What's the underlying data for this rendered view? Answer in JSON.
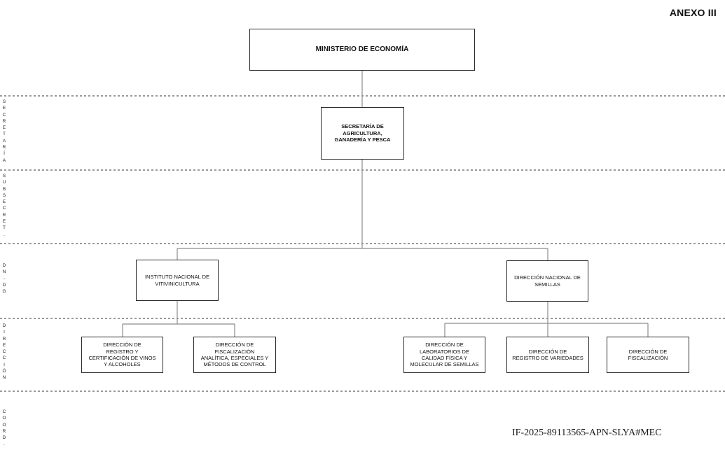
{
  "header": {
    "annex_label": "ANEXO III"
  },
  "org_chart": {
    "ministry": "MINISTERIO DE ECONOMÍA",
    "secretariat": "SECRETARÍA DE\nAGRICULTURA,\nGANADERÍA Y PESCA",
    "inv": "INSTITUTO NACIONAL DE\nVITIVINICULTURA",
    "inase": "DIRECCIÓN NACIONAL DE\nSEMILLAS",
    "inv_children": [
      "DIRECCIÓN DE\nREGISTRO Y\nCERTIFICACIÓN DE VINOS\nY ALCOHOLES",
      "DIRECCIÓN DE\nFISCALIZACIÓN\nANALÍTICA, ESPECIALES Y\nMÉTODOS DE CONTROL"
    ],
    "inase_children": [
      "DIRECCIÓN DE\nLABORATORIOS DE\nCALIDAD FÍSICA Y\nMOLECULAR DE SEMILLAS",
      "DIRECCIÓN DE\nREGISTRO DE VARIEDADES",
      "DIRECCIÓN DE\nFISCALIZACIÓN"
    ]
  },
  "band_labels": [
    "S\nE\nC\nR\nE\nT\nA\nR\nÍ\nA",
    "S\nU\nB\nS\nE\nC\nR\nE\nT\n.",
    "D\nN\n-\nD\nG",
    "D\nI\nR\nE\nC\nC\nI\nÓ\nN",
    "C\nO\nO\nR\nD\n."
  ],
  "footer": {
    "document_id": "IF-2025-89113565-APN-SLYA#MEC"
  },
  "colors": {
    "box_border": "#2a2a2a",
    "connector": "#8c8c8c",
    "band_divider": "#333333"
  }
}
